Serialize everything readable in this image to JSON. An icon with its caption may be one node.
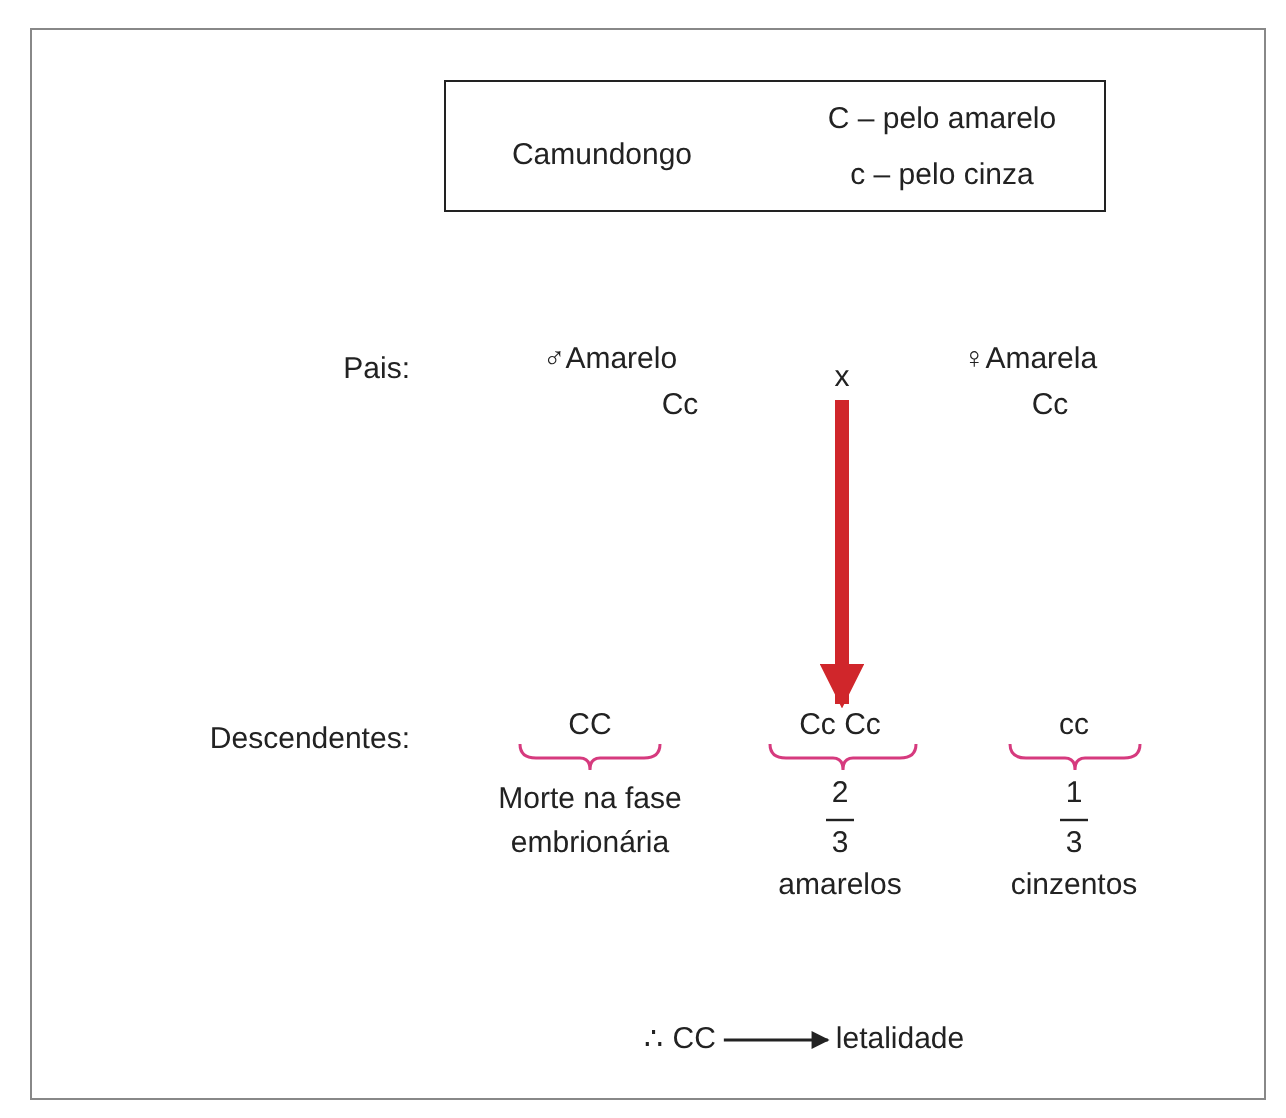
{
  "diagram": {
    "nodes": [
      {
        "text": [
          "Camundongo",
          "C – pelo amarelo",
          "c – pelo cinza"
        ]
      },
      {
        "text": [
          "x"
        ]
      },
      {
        "text": [
          "Cc Cc"
        ]
      },
      {
        "text": [
          "∴ CC"
        ]
      },
      {
        "text": [
          "letalidade"
        ]
      }
    ],
    "edges": [
      {
        "from": 1,
        "to": 2,
        "arrow": "to",
        "style": "thick",
        "color": "#d0262b"
      },
      {
        "from": 3,
        "to": 4,
        "arrow": "to",
        "color": "#222222"
      }
    ],
    "labels": [
      "Pais:",
      "♂Amarelo",
      "Cc",
      "♀Amarela",
      "Cc",
      "Descendentes:",
      "CC",
      "Morte na fase embrionária",
      "2",
      "3",
      "amarelos",
      "cc",
      "1",
      "3",
      "cinzentos"
    ]
  }
}
